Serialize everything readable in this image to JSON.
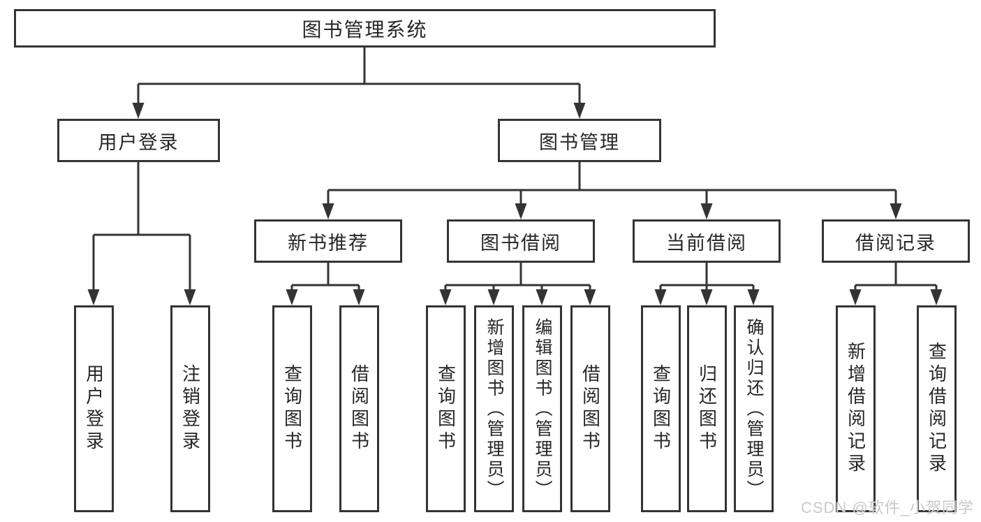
{
  "diagram": {
    "title": "图书管理系统",
    "root": {
      "label": "图书管理系统"
    },
    "level2": [
      {
        "id": "user-login",
        "label": "用户登录"
      },
      {
        "id": "book-management",
        "label": "图书管理"
      }
    ],
    "level3": [
      {
        "id": "new-book-recommend",
        "label": "新书推荐"
      },
      {
        "id": "book-borrow",
        "label": "图书借阅"
      },
      {
        "id": "current-borrow",
        "label": "当前借阅"
      },
      {
        "id": "borrow-records",
        "label": "借阅记录"
      }
    ],
    "leaves": {
      "user_login": [
        "用户登录",
        "注销登录"
      ],
      "new_book_recommend": [
        "查询图书",
        "借阅图书"
      ],
      "book_borrow": [
        "查询图书",
        "新增图书（管理员）",
        "编辑图书（管理员）",
        "借阅图书"
      ],
      "current_borrow": [
        "查询图书",
        "归还图书",
        "确认归还（管理员）"
      ],
      "borrow_records": [
        "新增借阅记录",
        "查询借阅记录"
      ]
    }
  },
  "watermark": {
    "text": "CSDN @软件_小贺同学"
  },
  "colors": {
    "line": "#343434",
    "text": "#262626",
    "box_background": "#ffffff",
    "watermark": "#c9c9c9"
  }
}
